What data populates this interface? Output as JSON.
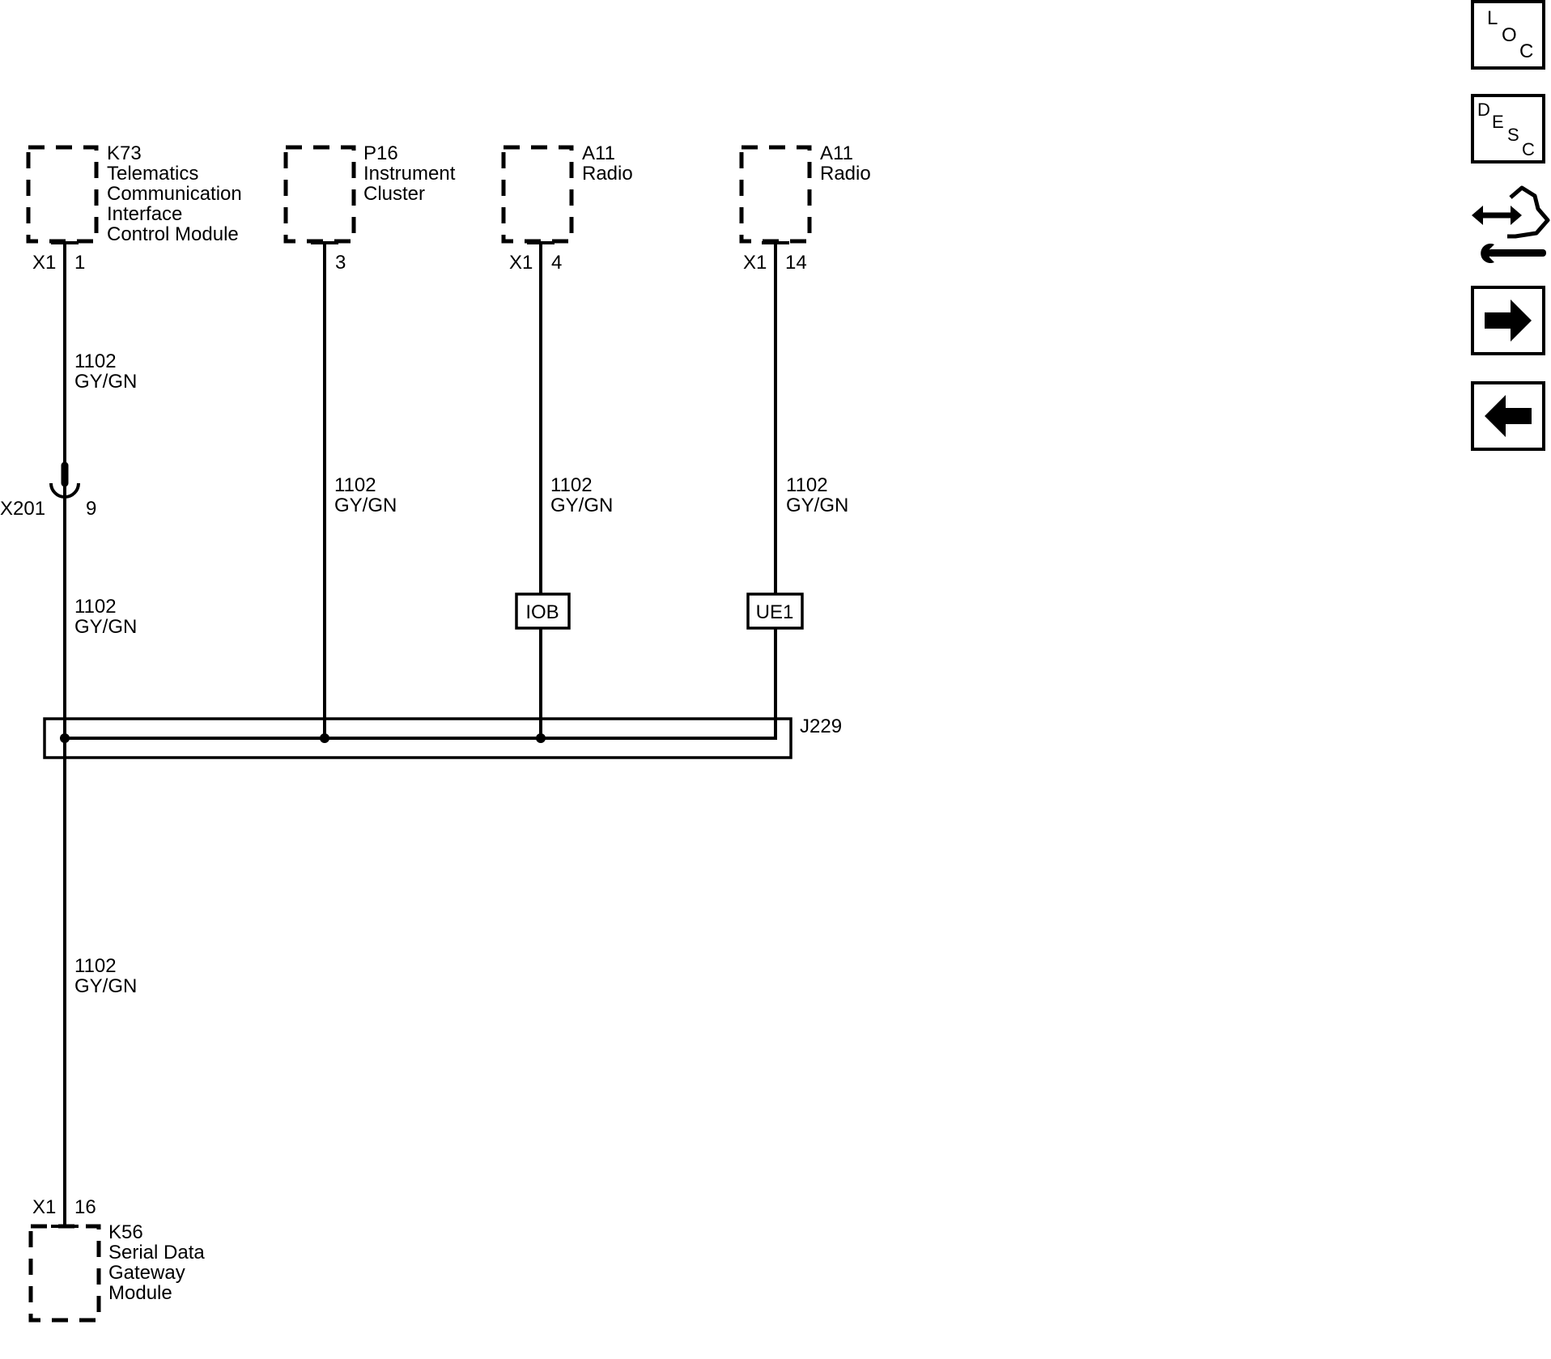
{
  "components": {
    "k73": {
      "ref": "K73",
      "name_lines": [
        "Telematics",
        "Communication",
        "Interface",
        "Control Module"
      ],
      "connector": "X1",
      "pin": "1"
    },
    "p16": {
      "ref": "P16",
      "name_lines": [
        "Instrument",
        "Cluster"
      ],
      "pin": "3"
    },
    "a11_iob": {
      "ref": "A11",
      "name_lines": [
        "Radio"
      ],
      "connector": "X1",
      "pin": "4",
      "option": "IOB"
    },
    "a11_ue1": {
      "ref": "A11",
      "name_lines": [
        "Radio"
      ],
      "connector": "X1",
      "pin": "14",
      "option": "UE1"
    },
    "k56": {
      "ref": "K56",
      "name_lines": [
        "Serial Data",
        "Gateway",
        "Module"
      ],
      "connector": "X1",
      "pin": "16"
    }
  },
  "inline_connector": {
    "ref": "X201",
    "pin": "9"
  },
  "splice_pack": {
    "ref": "J229"
  },
  "wire": {
    "circuit": "1102",
    "color": "GY/GN"
  },
  "nav_buttons": {
    "loc": {
      "letters": [
        "L",
        "O",
        "C"
      ]
    },
    "desc": {
      "letters": [
        "D",
        "E",
        "S",
        "C"
      ]
    },
    "service_icon": "connector-wrench-icon",
    "next_icon": "arrow-right-icon",
    "prev_icon": "arrow-left-icon"
  }
}
